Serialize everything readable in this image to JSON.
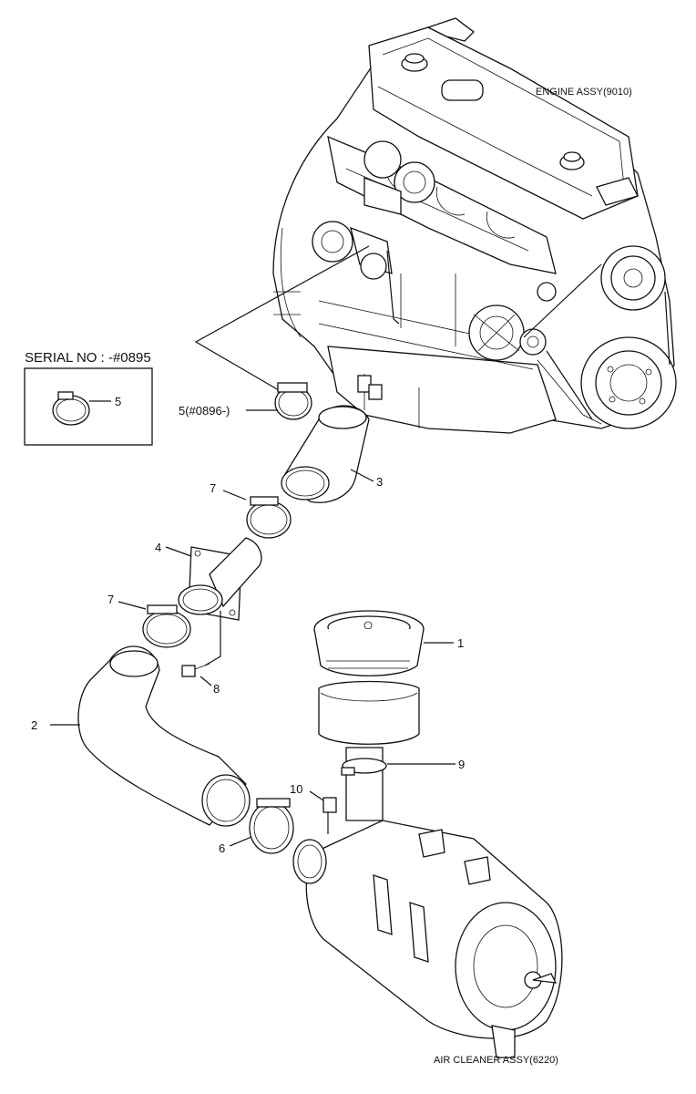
{
  "labels": {
    "engine_assy": "ENGINE ASSY(9010)",
    "air_cleaner_assy": "AIR CLEANER ASSY(6220)",
    "serial_no": "SERIAL NO : -#0895",
    "callout_5_inset": "5",
    "callout_5_main": "5(#0896-)",
    "callout_3": "3",
    "callout_7_upper": "7",
    "callout_4": "4",
    "callout_7_lower": "7",
    "callout_8": "8",
    "callout_1": "1",
    "callout_2": "2",
    "callout_9": "9",
    "callout_10": "10",
    "callout_6": "6"
  }
}
